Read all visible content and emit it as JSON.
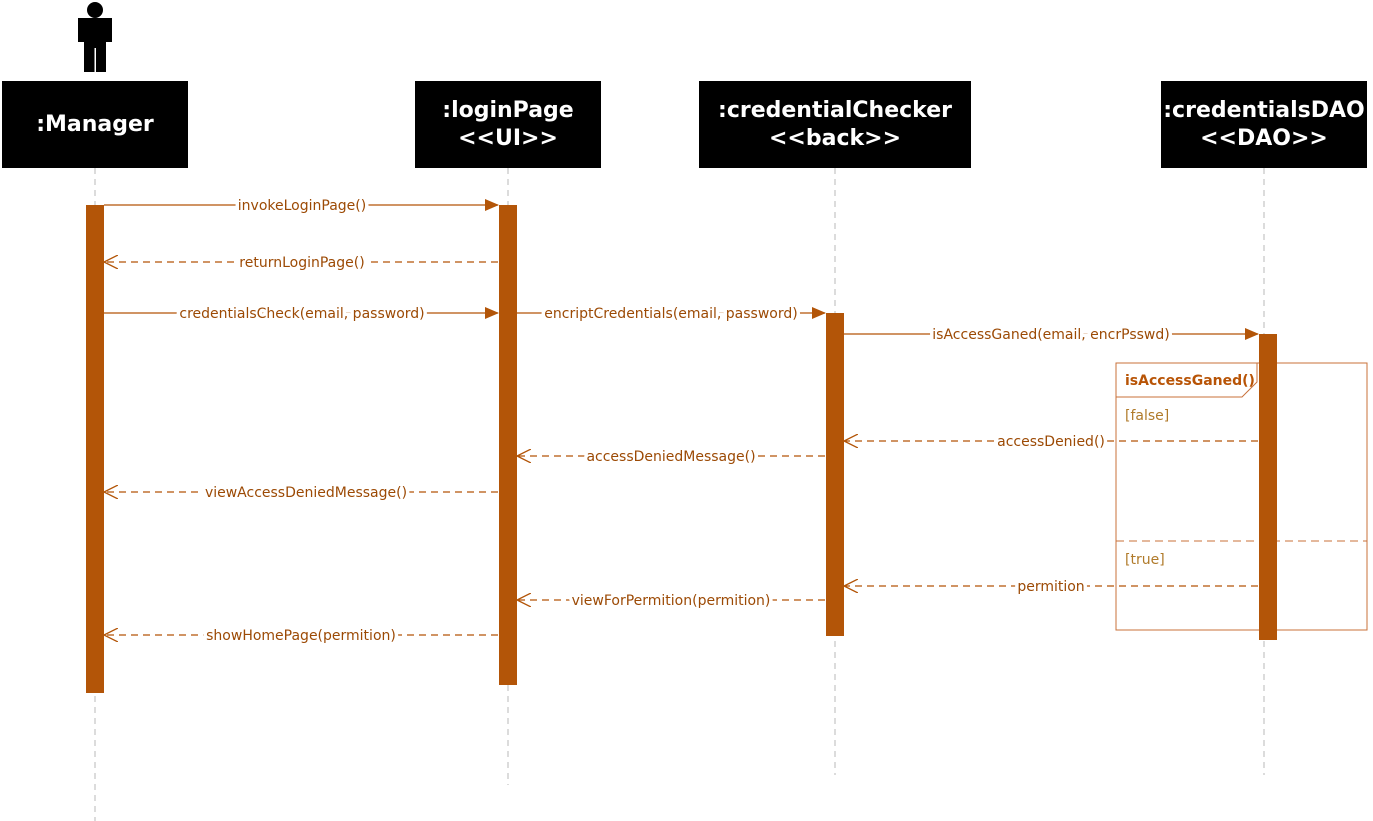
{
  "diagram": {
    "actor_icon": "person-icon",
    "lifelines": [
      {
        "id": "manager",
        "name": ":Manager",
        "stereotype": ""
      },
      {
        "id": "loginPage",
        "name": ":loginPage",
        "stereotype": "<<UI>>"
      },
      {
        "id": "credentialChecker",
        "name": ":credentialChecker",
        "stereotype": "<<back>>"
      },
      {
        "id": "credentialsDAO",
        "name": ":credentialsDAO",
        "stereotype": "<<DAO>>"
      }
    ],
    "messages": [
      {
        "label": "invokeLoginPage()",
        "from": "manager",
        "to": "loginPage",
        "kind": "sync"
      },
      {
        "label": "returnLoginPage()",
        "from": "loginPage",
        "to": "manager",
        "kind": "return"
      },
      {
        "label": "credentialsCheck(email, password)",
        "from": "manager",
        "to": "loginPage",
        "kind": "sync"
      },
      {
        "label": "encriptCredentials(email, password)",
        "from": "loginPage",
        "to": "credentialChecker",
        "kind": "sync"
      },
      {
        "label": "isAccessGaned(email, encrPsswd)",
        "from": "credentialChecker",
        "to": "credentialsDAO",
        "kind": "sync"
      },
      {
        "label": "accessDenied()",
        "from": "credentialsDAO",
        "to": "credentialChecker",
        "kind": "return"
      },
      {
        "label": "accessDeniedMessage()",
        "from": "credentialChecker",
        "to": "loginPage",
        "kind": "return"
      },
      {
        "label": "viewAccessDeniedMessage()",
        "from": "loginPage",
        "to": "manager",
        "kind": "return"
      },
      {
        "label": "permition",
        "from": "credentialsDAO",
        "to": "credentialChecker",
        "kind": "return"
      },
      {
        "label": "viewForPermition(permition)",
        "from": "credentialChecker",
        "to": "loginPage",
        "kind": "return"
      },
      {
        "label": "showHomePage(permition)",
        "from": "loginPage",
        "to": "manager",
        "kind": "return"
      }
    ],
    "frame": {
      "title": "isAccessGaned()",
      "guards": [
        "[false]",
        "[true]"
      ]
    },
    "colors": {
      "accent": "#b35508",
      "lifeline_box": "#000000",
      "lifeline_dash": "#b8b8b8",
      "guard_text": "#b07a2a"
    }
  }
}
